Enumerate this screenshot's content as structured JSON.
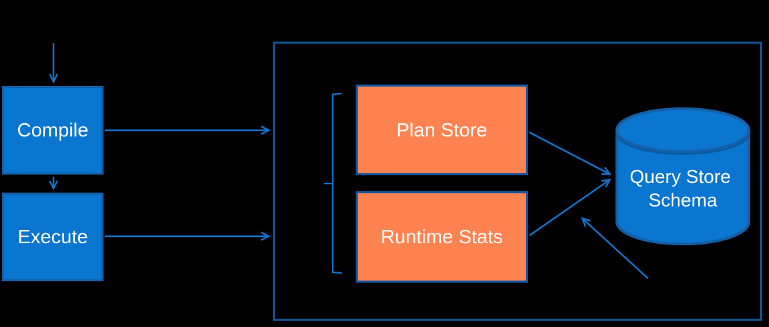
{
  "nodes": {
    "compile": {
      "label": "Compile"
    },
    "execute": {
      "label": "Execute"
    },
    "plan_store": {
      "label": "Plan Store"
    },
    "runtime_stats": {
      "label": "Runtime Stats"
    },
    "query_store_schema": {
      "line1": "Query Store",
      "line2": "Schema"
    }
  },
  "colors": {
    "background": "#000000",
    "blue_fill": "#0b76cf",
    "orange_fill": "#ff8351",
    "blue_box_border": "#1460a8",
    "orange_box_border": "#1156a0",
    "container_border": "#11538f",
    "connector": "#1573cb",
    "label_text": "#ffffff"
  }
}
